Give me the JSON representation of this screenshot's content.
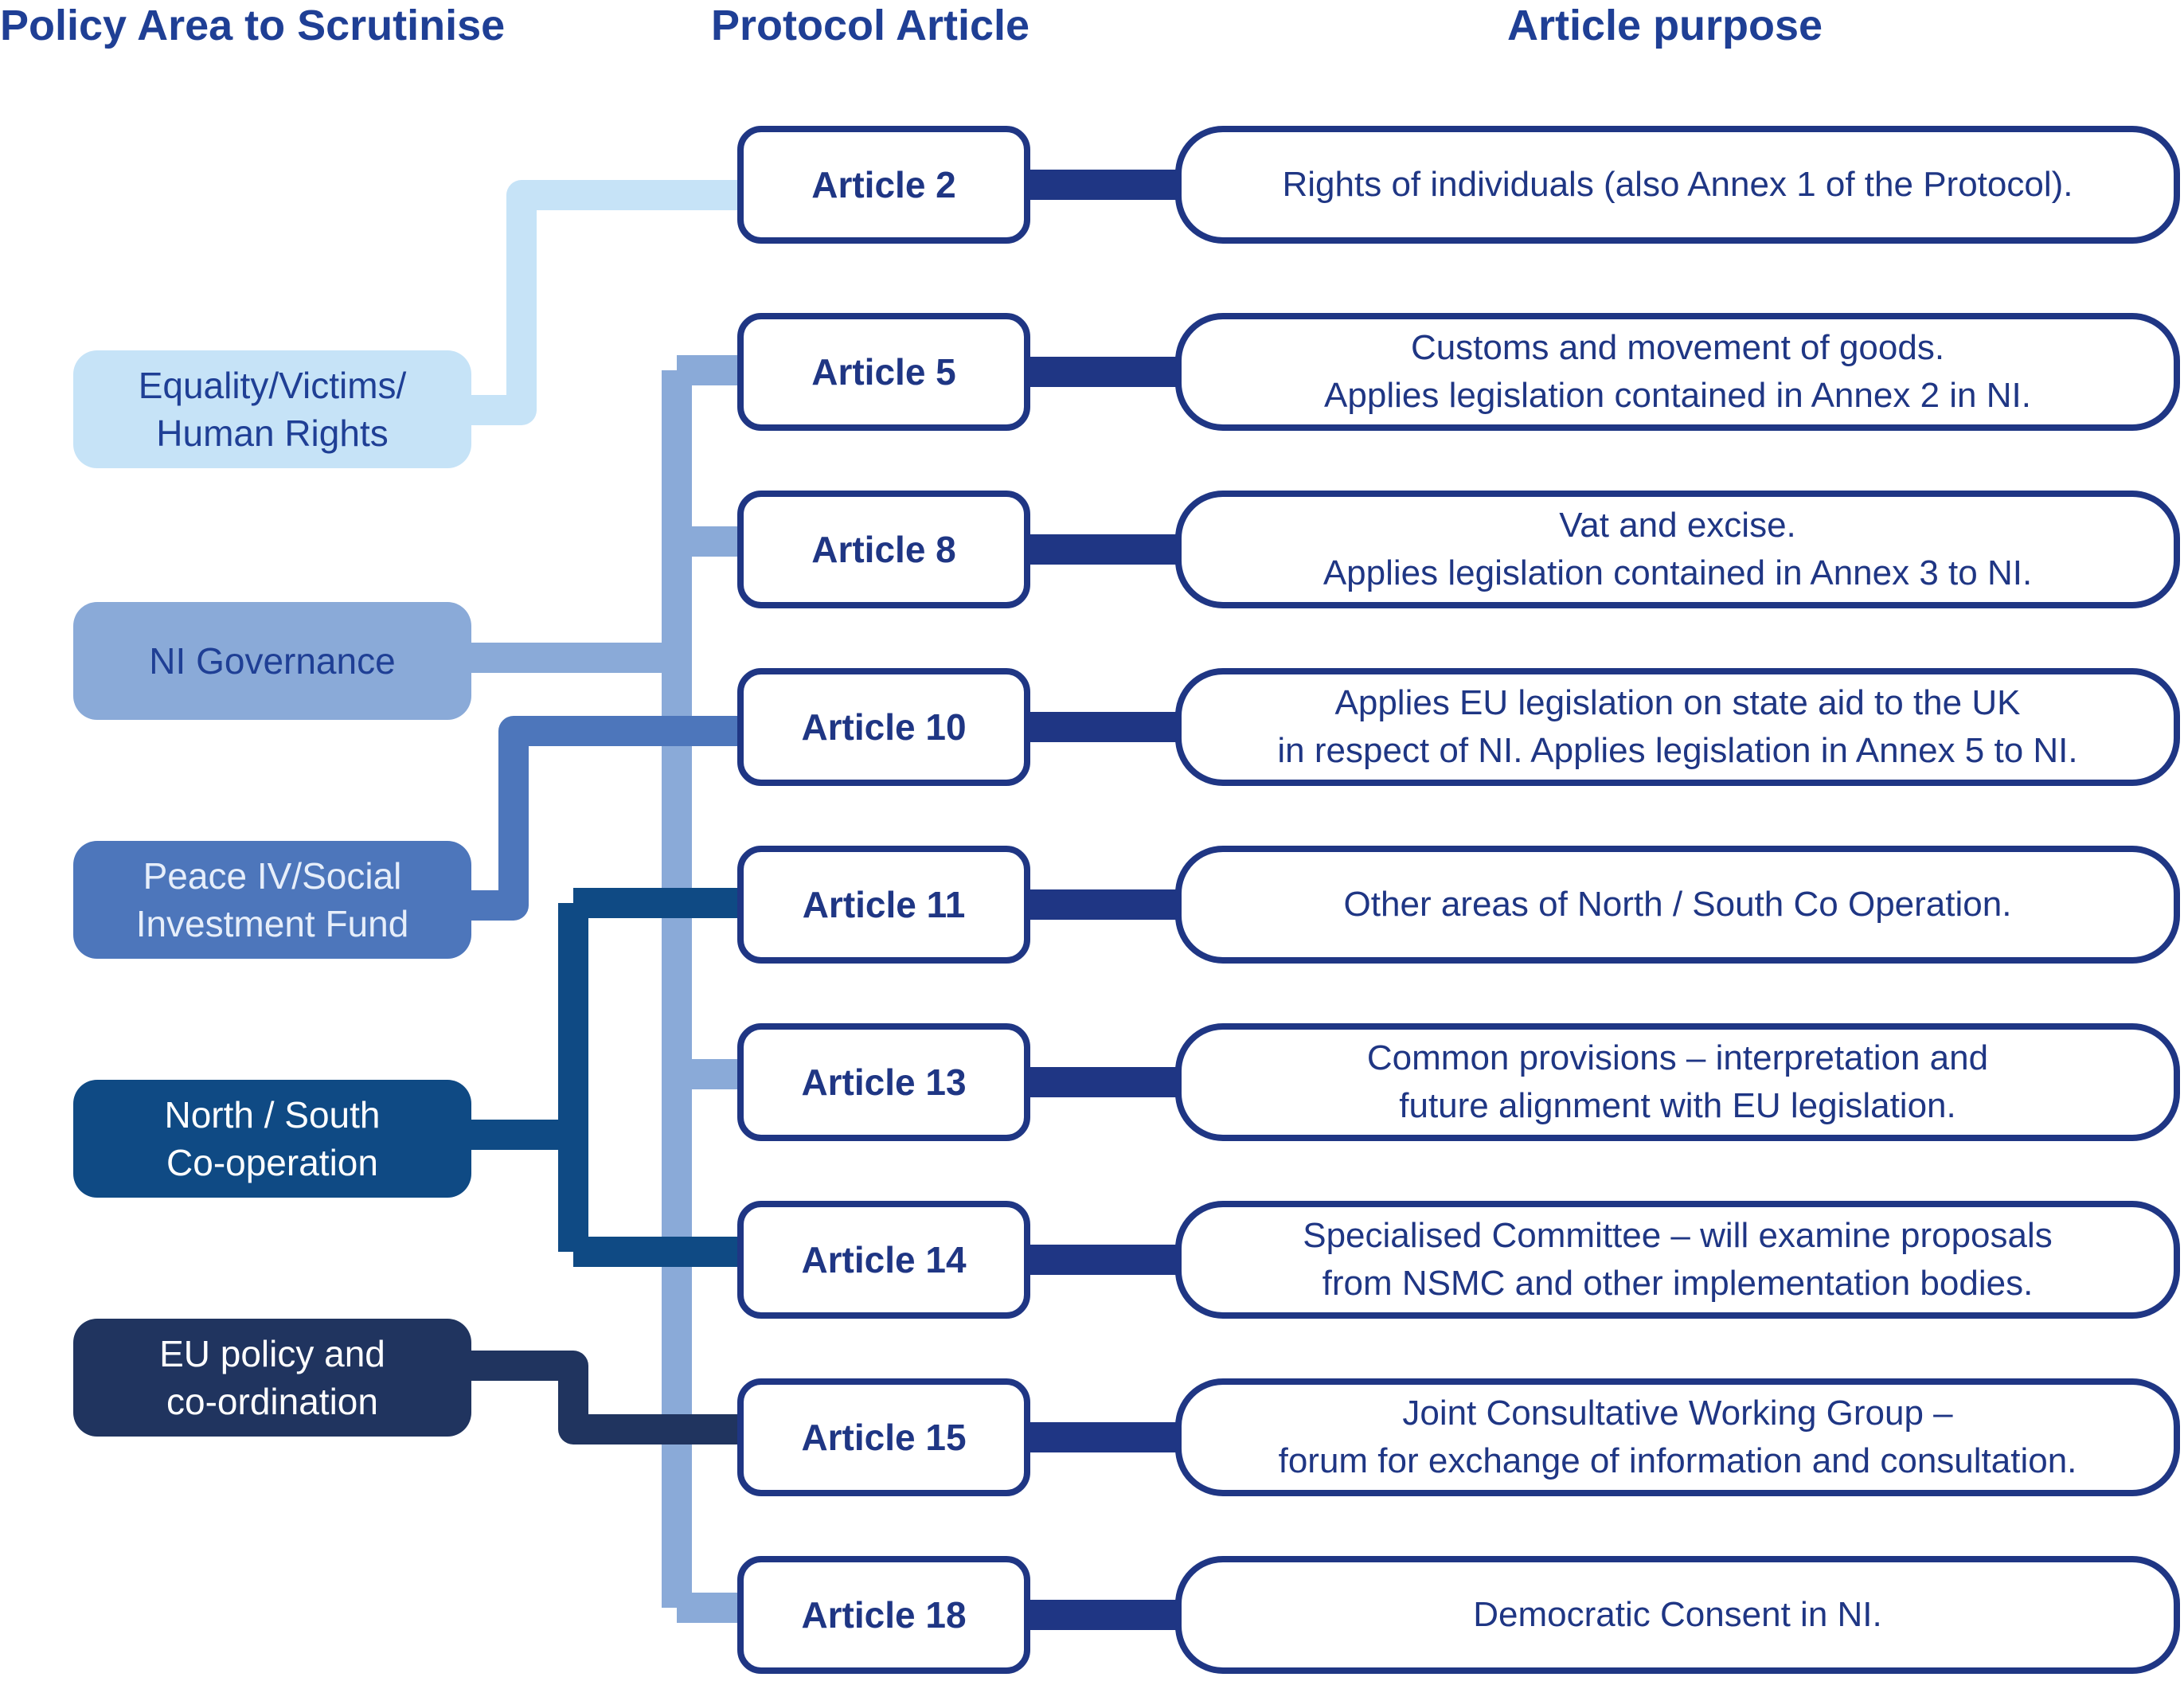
{
  "headers": {
    "policy": "Policy Area to Scrutinise",
    "article": "Protocol Article",
    "purpose": "Article purpose"
  },
  "colors": {
    "equality": "#c6e3f7",
    "governance": "#8aaad8",
    "peace": "#4d76bb",
    "north_south": "#0f4a84",
    "eu_policy": "#20345f",
    "article_border": "#1f3684",
    "connector": "#1f3684"
  },
  "policies": [
    {
      "id": "equality",
      "label": "Equality/Victims/\nHuman Rights",
      "text_color": "#1f3f95"
    },
    {
      "id": "governance",
      "label": "NI Governance",
      "text_color": "#1f3f95"
    },
    {
      "id": "peace",
      "label": "Peace IV/Social\nInvestment Fund",
      "text_color": "#e6eefa"
    },
    {
      "id": "north_south",
      "label": "North / South\nCo-operation",
      "text_color": "#ffffff"
    },
    {
      "id": "eu_policy",
      "label": "EU policy and\nco-ordination",
      "text_color": "#ffffff"
    }
  ],
  "articles": [
    {
      "label": "Article 2",
      "purpose": "Rights of individuals (also Annex 1 of the Protocol)."
    },
    {
      "label": "Article 5",
      "purpose": "Customs and movement of goods.\nApplies legislation contained in Annex 2 in NI."
    },
    {
      "label": "Article 8",
      "purpose": "Vat and excise.\nApplies legislation contained in Annex 3 to NI."
    },
    {
      "label": "Article 10",
      "purpose": "Applies EU legislation on state aid to the UK\nin respect  of NI. Applies legislation in Annex 5 to NI."
    },
    {
      "label": "Article 11",
      "purpose": "Other areas of North / South Co Operation."
    },
    {
      "label": "Article 13",
      "purpose": "Common provisions – interpretation and\nfuture alignment with EU legislation."
    },
    {
      "label": "Article 14",
      "purpose": "Specialised Committee – will examine proposals\nfrom NSMC and other implementation bodies."
    },
    {
      "label": "Article 15",
      "purpose": "Joint Consultative Working Group –\nforum for exchange of information and consultation."
    },
    {
      "label": "Article 18",
      "purpose": "Democratic Consent in NI."
    }
  ]
}
